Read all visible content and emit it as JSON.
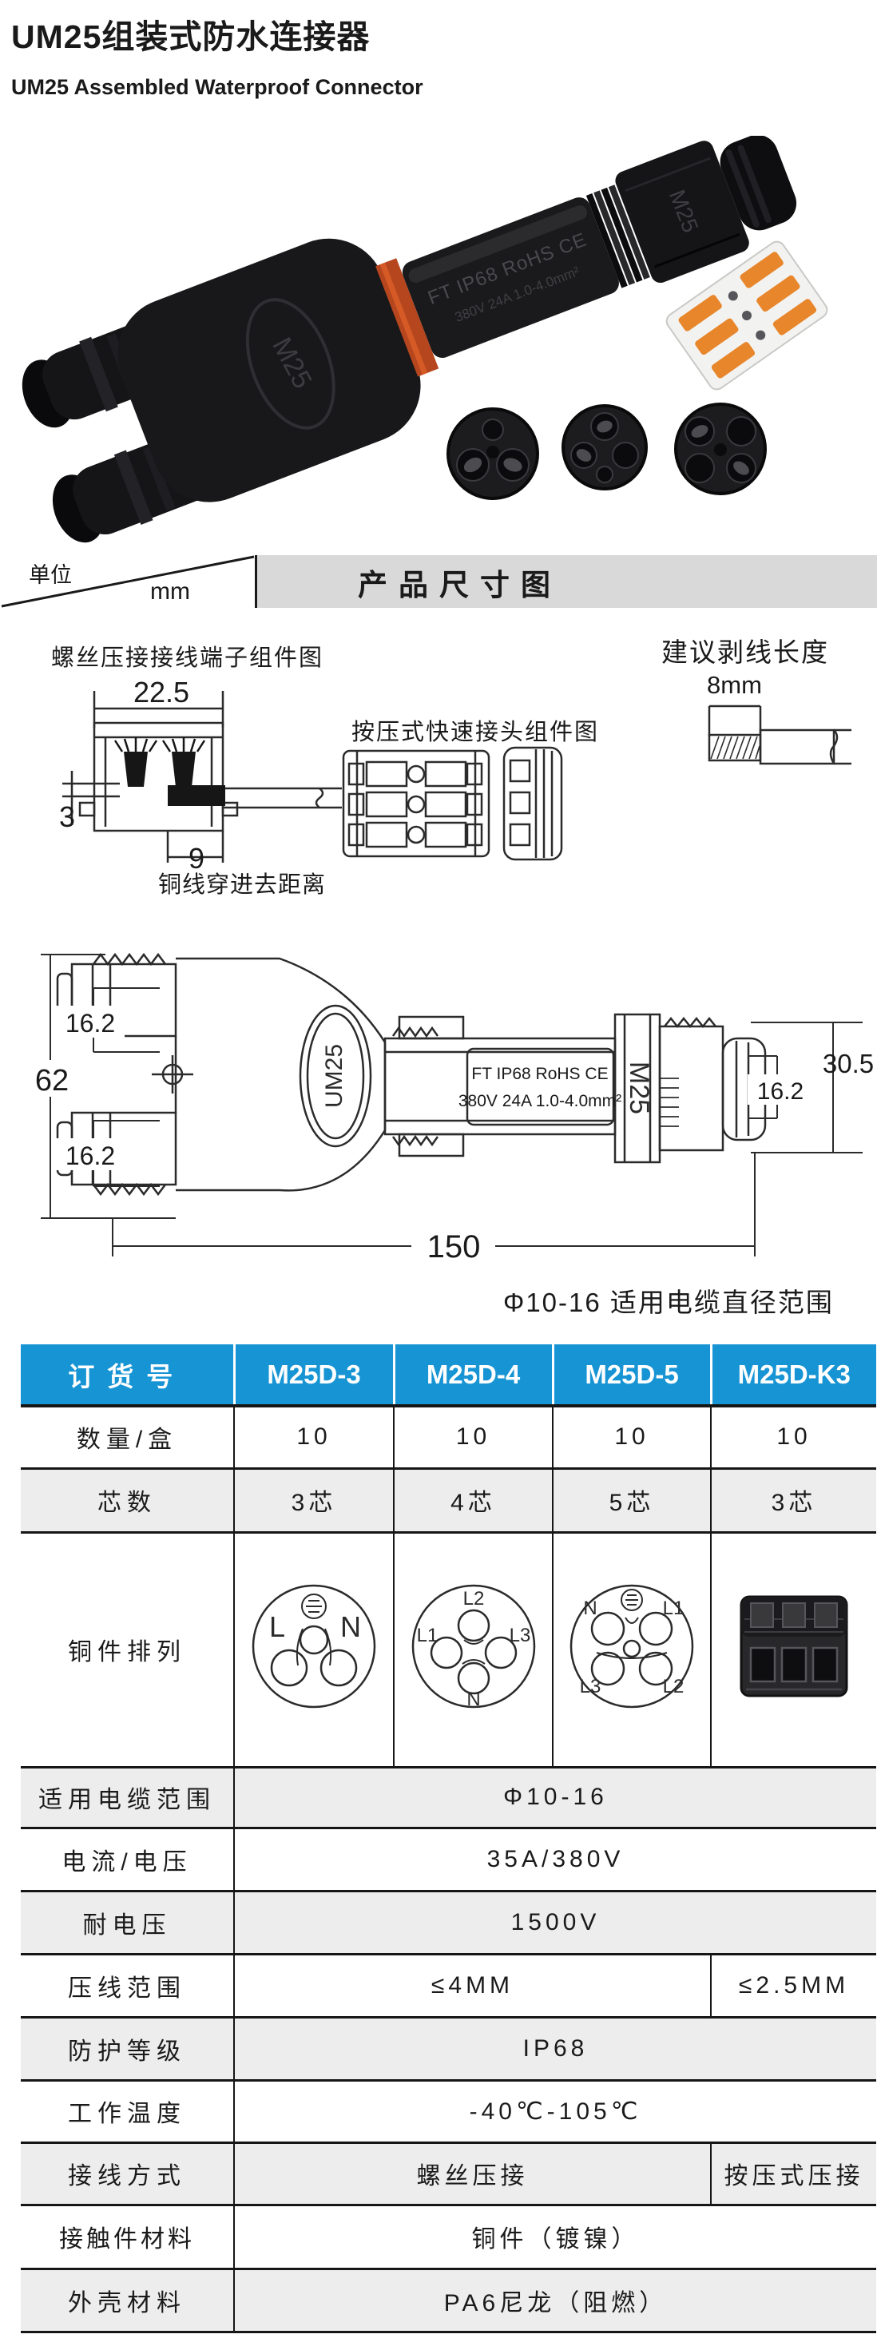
{
  "page": {
    "title": "UM25组装式防水连接器",
    "subtitle": "UM25 Assembled Waterproof Connector"
  },
  "photo": {
    "marking_line1": "FT IP68 RoHS CE",
    "marking_line2": "380V 24A 1.0-4.0mm²",
    "body_label": "M25",
    "gland_label": "M25"
  },
  "size_section": {
    "unit_label": "单位",
    "unit_value": "mm",
    "header": "产品尺寸图"
  },
  "diagrams": {
    "screw_terminal": {
      "title": "螺丝压接接线端子组件图",
      "dim_width": "22.5",
      "dim_depth": "3",
      "dim_insert": "9",
      "note": "铜线穿进去距离"
    },
    "push_in": {
      "title": "按压式快速接头组件图"
    },
    "strip": {
      "title": "建议剥线长度",
      "length": "8mm"
    },
    "outline": {
      "dim_gland_top": "16.2",
      "dim_height": "62",
      "dim_gland_bottom": "16.2",
      "dim_right_total": "30.5",
      "dim_right_gland": "16.2",
      "dim_length": "150",
      "marking_line1": "FT IP68 RoHS CE",
      "marking_line2": "380V 24A 1.0-4.0mm²",
      "body_label": "UM25",
      "coupling_label": "M25",
      "cable_note": "Φ10-16 适用电缆直径范围"
    }
  },
  "table": {
    "header": [
      "订货号",
      "M25D-3",
      "M25D-4",
      "M25D-5",
      "M25D-K3"
    ],
    "rows": {
      "qty": {
        "label": "数量/盒",
        "values": [
          "10",
          "10",
          "10",
          "10"
        ]
      },
      "cores": {
        "label": "芯数",
        "values": [
          "3芯",
          "4芯",
          "5芯",
          "3芯"
        ]
      },
      "copper": {
        "label": "铜件排列",
        "pins3": {
          "l": "L",
          "n": "N"
        },
        "pins4": {
          "l1": "L1",
          "l2": "L2",
          "l3": "L3",
          "n": "N"
        },
        "pins5": {
          "n": "N",
          "l1": "L1",
          "l2": "L2",
          "l3": "L3"
        }
      },
      "cable_range": {
        "label": "适用电缆范围",
        "value": "Φ10-16"
      },
      "current": {
        "label": "电流/电压",
        "value": "35A/380V"
      },
      "withstand": {
        "label": "耐电压",
        "value": "1500V"
      },
      "wire_range": {
        "label": "压线范围",
        "value_screw": "≤4MM",
        "value_push": "≤2.5MM"
      },
      "protection": {
        "label": "防护等级",
        "value": "IP68"
      },
      "temperature": {
        "label": "工作温度",
        "value": "-40℃-105℃"
      },
      "termination": {
        "label": "接线方式",
        "value_screw": "螺丝压接",
        "value_push": "按压式压接"
      },
      "contact": {
        "label": "接触件材料",
        "value": "铜件（镀镍）"
      },
      "housing": {
        "label": "外壳材料",
        "value": "PA6尼龙（阻燃）"
      }
    }
  },
  "colors": {
    "header_blue": "#1794d4",
    "row_gray": "#ededee",
    "bar_gray": "#d9d9d9",
    "accent_orange": "#c14c1e"
  }
}
